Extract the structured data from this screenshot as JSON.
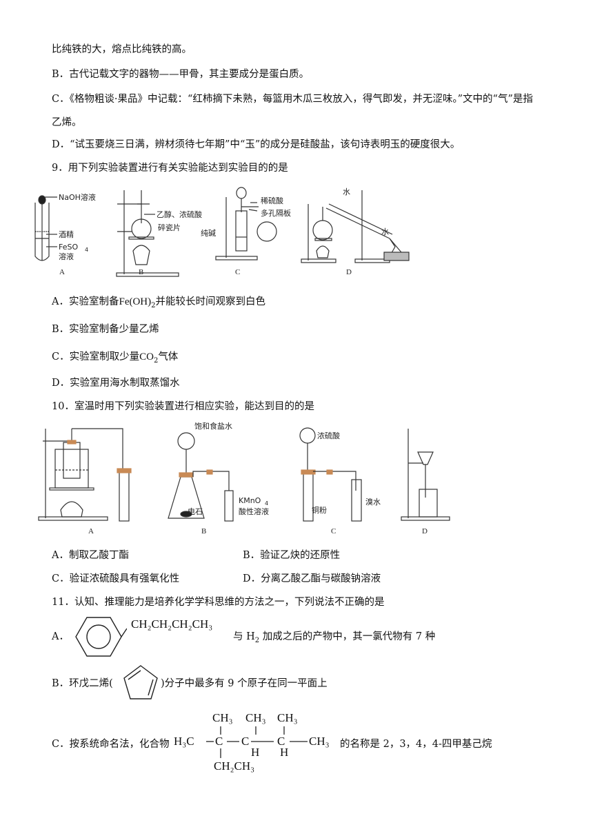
{
  "top": {
    "l1": "比纯铁的大，熔点比纯铁的高。",
    "b": "B．古代记载文字的器物——甲骨，其主要成分是蛋白质。",
    "c1": "C．《格物粗谈·果品》中记载：“红柿摘下未熟，每篮用木瓜三枚放入，得气即发，并无涩味。”文中的“气”是指",
    "c2": "乙烯。",
    "d": "D．“试玉要烧三日满，辨材须待七年期”中“玉”的成分是硅酸盐，该句诗表明玉的硬度很大。"
  },
  "q9": {
    "stem": "9．用下列实验装置进行有关实验能达到实验目的的是",
    "fig_labels": {
      "a1": "NaOH溶液",
      "a2": "酒精",
      "a3": "FeSO",
      "a3sub": "4",
      "a4": "溶液",
      "b1": "乙醇、浓硫酸",
      "b2": "碎瓷片",
      "c1": "稀硫酸",
      "c2": "多孔隔板",
      "c3": "纯碱",
      "d1": "水",
      "d2": "水",
      "capA": "A",
      "capB": "B",
      "capC": "C",
      "capD": "D"
    },
    "optA_pre": "A．实验室制备",
    "optA_formula": "Fe(OH)",
    "optA_sub": "2",
    "optA_post": "并能较长时间观察到白色",
    "optB": "B．实验室制备少量乙烯",
    "optC_pre": "C．实验室制取少量",
    "optC_formula": "CO",
    "optC_sub": "2",
    "optC_post": "气体",
    "optD": "D．实验室用海水制取蒸馏水"
  },
  "q10": {
    "stem": "10．室温时用下列实验装置进行相应实验，能达到目的的是",
    "fig_labels": {
      "b1": "饱和食盐水",
      "b2": "电石",
      "b3": "KMnO",
      "b3sub": "4",
      "b4": "酸性溶液",
      "c1": "浓硫酸",
      "c2": "铜粉",
      "c3": "溴水",
      "capA": "A",
      "capB": "B",
      "capC": "C",
      "capD": "D"
    },
    "optA": "A．制取乙酸丁酯",
    "optB": "B．验证乙炔的还原性",
    "optC": "C．验证浓硫酸具有强氧化性",
    "optD": "D．分离乙酸乙酯与碳酸钠溶液"
  },
  "q11": {
    "stem": "11．认知、推理能力是培养化学学科思维的方法之一，下列说法不正确的是",
    "optA_pre": "A．",
    "optA_chain": "CH₂CH₂CH₂CH₃",
    "optA_post_pre": "与 H",
    "optA_post_sub": "2",
    "optA_post": " 加成之后的产物中，其一氯代物有 7 种",
    "optB_pre": "B．环戊二烯(",
    "optB_post": ")分子中最多有 9 个原子在同一平面上",
    "optC_pre": "C．按系统命名法，化合物",
    "optC_post": "的名称是 2，3，4，4-四甲基己烷",
    "struct": {
      "h3c": "H₃C",
      "ch3_end": "CH₃",
      "ch3a": "CH₃",
      "ch3b": "CH₃",
      "ch3c": "CH₃",
      "c": "C",
      "h": "H",
      "ethyl": "CH₂CH₃"
    }
  }
}
